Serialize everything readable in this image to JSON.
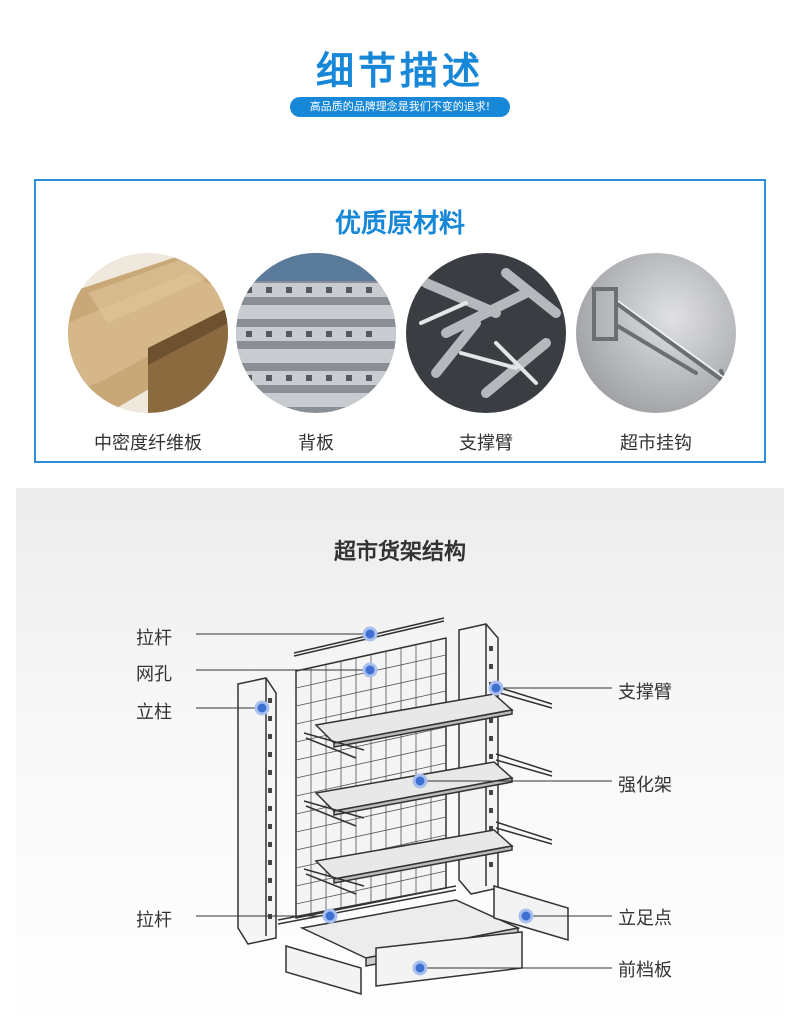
{
  "header": {
    "title": "细节描述",
    "tagline": "高品质的品牌理念是我们不变的追求!"
  },
  "materials": {
    "title": "优质原材料",
    "items": [
      {
        "label": "中密度纤维板",
        "icon": "mdf-board-icon"
      },
      {
        "label": "背板",
        "icon": "back-panel-icon"
      },
      {
        "label": "支撑臂",
        "icon": "support-arm-icon"
      },
      {
        "label": "超市挂钩",
        "icon": "hook-icon"
      }
    ]
  },
  "structure": {
    "title": "超市货架结构",
    "labels": {
      "top_rod": "拉杆",
      "mesh": "网孔",
      "column": "立柱",
      "bottom_rod": "拉杆",
      "support_arm": "支撑臂",
      "reinforced_shelf": "强化架",
      "foot": "立足点",
      "front_board": "前档板"
    }
  },
  "colors": {
    "accent": "#1787d8",
    "marker": "#3f6fd0"
  }
}
